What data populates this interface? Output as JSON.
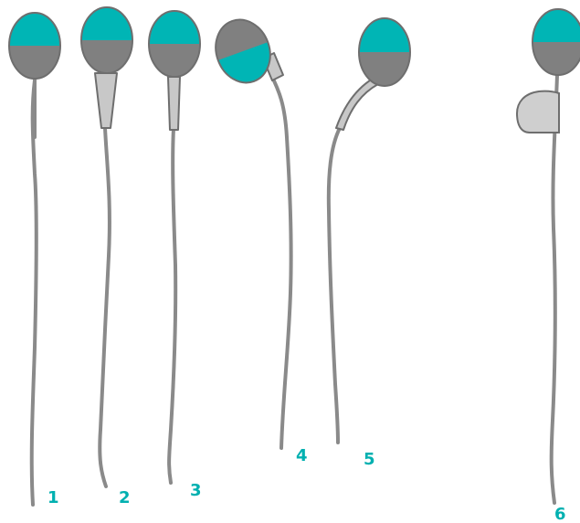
{
  "colors": {
    "acrosome": "#00b5b5",
    "nucleus": "#808080",
    "outline": "#6e6e6e",
    "tail": "#8a8a8a",
    "midpiece_fill": "#c8c8c8",
    "droplet_fill": "#cfcfcf",
    "label": "#00b0b0"
  },
  "labels": {
    "sperm1": "1",
    "sperm2": "2",
    "sperm3": "3",
    "sperm4": "4",
    "sperm5": "5",
    "sperm6": "6"
  }
}
